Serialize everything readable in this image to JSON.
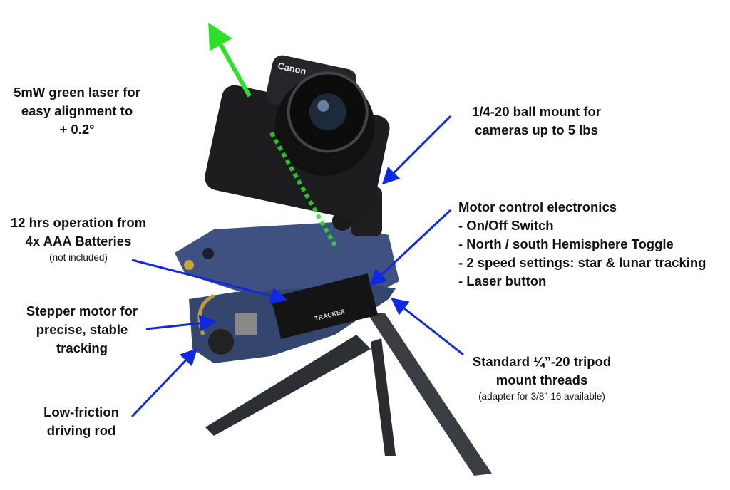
{
  "colors": {
    "arrow": "#1029e0",
    "laser": "#2ee02a",
    "body": "#34466e"
  },
  "annotations": {
    "laser": {
      "lines": [
        "5mW green laser for",
        "easy alignment to"
      ],
      "tolerance_sign": "+",
      "tolerance_value": " 0.2°"
    },
    "ball_mount": {
      "lines": [
        "1/4-20 ball mount for",
        "cameras up to 5 lbs"
      ]
    },
    "motor_control": {
      "title": "Motor control electronics",
      "items": [
        "-  On/Off Switch",
        "-  North / south Hemisphere Toggle",
        "-  2 speed settings: star & lunar tracking",
        "-  Laser button"
      ]
    },
    "batteries": {
      "lines": [
        "12 hrs operation from",
        "4x AAA Batteries"
      ],
      "note": "(not included)"
    },
    "stepper": {
      "lines": [
        "Stepper motor for",
        "precise, stable",
        "tracking"
      ]
    },
    "rod": {
      "lines": [
        "Low-friction",
        "driving rod"
      ]
    },
    "tripod": {
      "lines": [
        "Standard ¼”-20 tripod",
        "mount threads"
      ],
      "note": "(adapter for 3/8”-16 available)"
    }
  },
  "product_markings": {
    "camera_brand": "Canon",
    "board_label": "TRACKER"
  }
}
